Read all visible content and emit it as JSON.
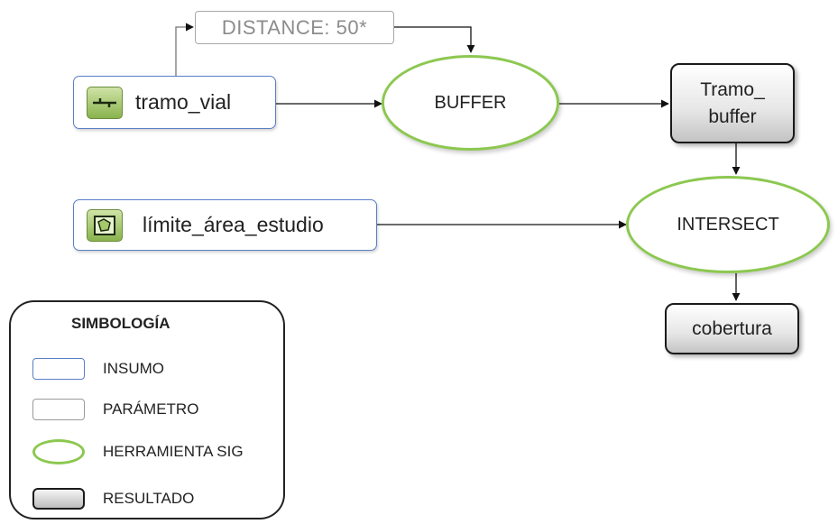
{
  "nodes": {
    "param_distance": "DISTANCE: 50*",
    "input_tramo_vial": "tramo_vial",
    "input_limite": "límite_área_estudio",
    "tool_buffer": "BUFFER",
    "tool_intersect": "INTERSECT",
    "result_tramo_buffer_line1": "Tramo_",
    "result_tramo_buffer_line2": "buffer",
    "result_cobertura": "cobertura"
  },
  "legend": {
    "title": "SIMBOLOGÍA",
    "items": [
      {
        "label": "INSUMO"
      },
      {
        "label": "PARÁMETRO"
      },
      {
        "label": "HERRAMIENTA SIG"
      },
      {
        "label": "RESULTADO"
      }
    ]
  },
  "colors": {
    "input_border": "#5b7fc6",
    "tool_border": "#8cc850",
    "param_border": "#a8a8a8",
    "result_border": "#1a1a1a",
    "icon_fill": "#8ab34e"
  },
  "icons": {
    "tramo_vial": "line-feature-icon",
    "limite": "polygon-feature-icon"
  }
}
